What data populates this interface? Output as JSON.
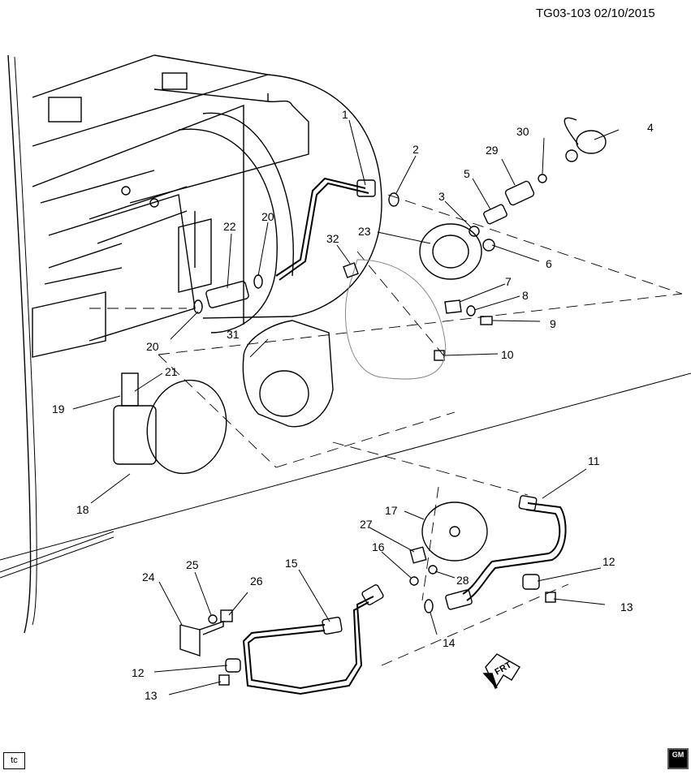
{
  "header": {
    "code": "TG03-103 02/10/2015"
  },
  "footer": {
    "tc_label": "tc",
    "logo_text": "GM"
  },
  "direction_label": "FRT",
  "callouts": [
    {
      "id": "c1",
      "text": "1"
    },
    {
      "id": "c2",
      "text": "2"
    },
    {
      "id": "c3",
      "text": "3"
    },
    {
      "id": "c4",
      "text": "4"
    },
    {
      "id": "c5",
      "text": "5"
    },
    {
      "id": "c6",
      "text": "6"
    },
    {
      "id": "c7",
      "text": "7"
    },
    {
      "id": "c8",
      "text": "8"
    },
    {
      "id": "c9",
      "text": "9"
    },
    {
      "id": "c10",
      "text": "10"
    },
    {
      "id": "c11",
      "text": "11"
    },
    {
      "id": "c12a",
      "text": "12"
    },
    {
      "id": "c12b",
      "text": "12"
    },
    {
      "id": "c13a",
      "text": "13"
    },
    {
      "id": "c13b",
      "text": "13"
    },
    {
      "id": "c14",
      "text": "14"
    },
    {
      "id": "c15",
      "text": "15"
    },
    {
      "id": "c16",
      "text": "16"
    },
    {
      "id": "c17",
      "text": "17"
    },
    {
      "id": "c18",
      "text": "18"
    },
    {
      "id": "c19",
      "text": "19"
    },
    {
      "id": "c20a",
      "text": "20"
    },
    {
      "id": "c20b",
      "text": "20"
    },
    {
      "id": "c21",
      "text": "21"
    },
    {
      "id": "c22",
      "text": "22"
    },
    {
      "id": "c23",
      "text": "23"
    },
    {
      "id": "c24",
      "text": "24"
    },
    {
      "id": "c25",
      "text": "25"
    },
    {
      "id": "c26",
      "text": "26"
    },
    {
      "id": "c27",
      "text": "27"
    },
    {
      "id": "c28",
      "text": "28"
    },
    {
      "id": "c29",
      "text": "29"
    },
    {
      "id": "c30",
      "text": "30"
    },
    {
      "id": "c31",
      "text": "31"
    },
    {
      "id": "c32",
      "text": "32"
    }
  ]
}
